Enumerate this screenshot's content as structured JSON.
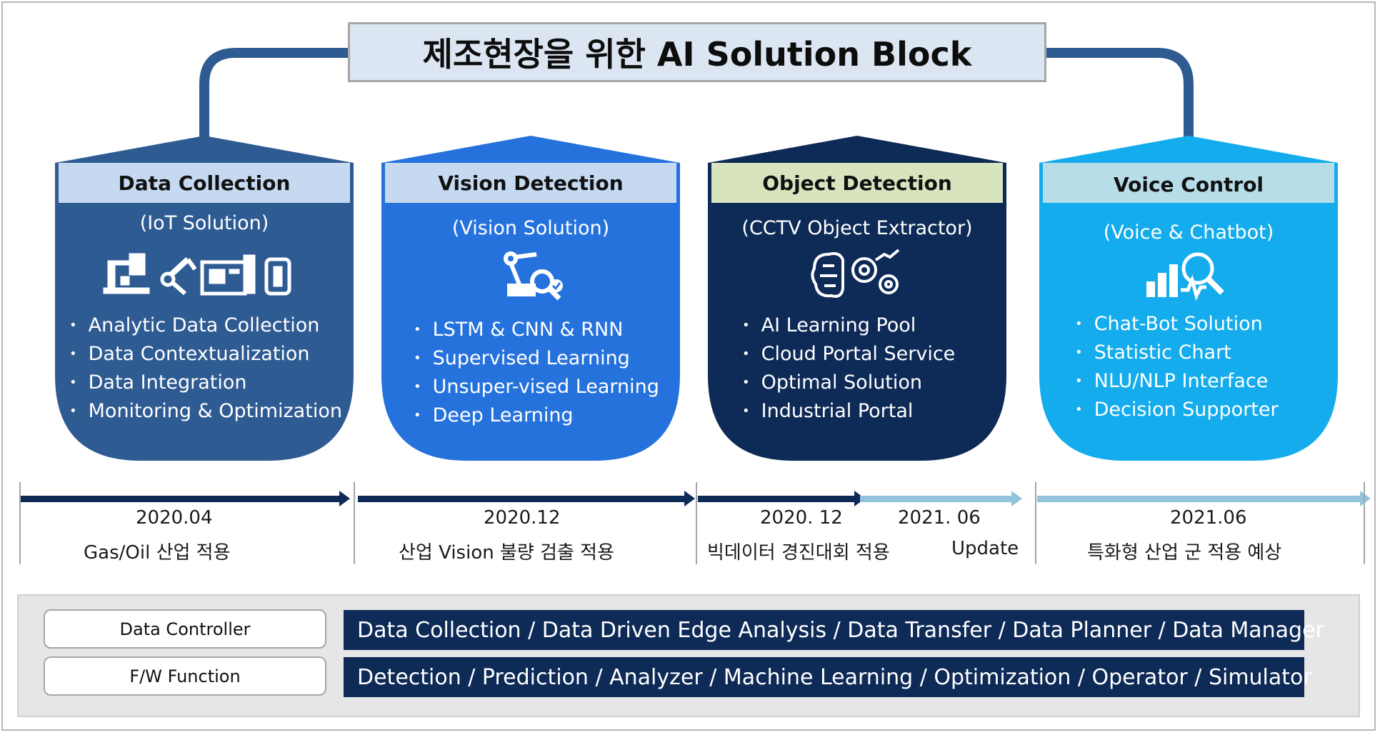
{
  "title": "제조현장을 위한 AI Solution Block",
  "colors": {
    "card1": "#2f5b93",
    "card2": "#2672dd",
    "card3": "#0e2a57",
    "card4": "#14acec",
    "timeline_dark": "#0e2a57",
    "timeline_light": "#91c4dc",
    "bottom_bar": "#0e2a57"
  },
  "cards": [
    {
      "title": "Data Collection",
      "subtitle": "(IoT Solution)",
      "icon": "iot-machines-icon",
      "items": [
        "Analytic Data Collection",
        "Data Contextualization",
        "Data Integration",
        "Monitoring & Optimization"
      ]
    },
    {
      "title": "Vision Detection",
      "subtitle": "(Vision Solution)",
      "icon": "robot-arm-inspection-icon",
      "items": [
        "LSTM & CNN & RNN",
        "Supervised Learning",
        "Unsuper-vised Learning",
        "Deep Learning"
      ]
    },
    {
      "title": "Object Detection",
      "subtitle": "(CCTV Object Extractor)",
      "icon": "brain-gears-icon",
      "items": [
        "AI Learning Pool",
        "Cloud Portal Service",
        "Optimal Solution",
        "Industrial Portal"
      ]
    },
    {
      "title": "Voice Control",
      "subtitle": "(Voice & Chatbot)",
      "icon": "chart-magnifier-icon",
      "items": [
        "Chat-Bot Solution",
        "Statistic Chart",
        "NLU/NLP Interface",
        "Decision Supporter"
      ]
    }
  ],
  "timeline": [
    {
      "date": "2020.04",
      "desc": "Gas/Oil 산업 적용"
    },
    {
      "date": "2020.12",
      "desc": "산업 Vision 불량 검출 적용"
    },
    {
      "date": "2020. 12",
      "desc": "빅데이터 경진대회 적용",
      "date2": "2021. 06",
      "desc2": "Update"
    },
    {
      "date": "2021.06",
      "desc": "특화형 산업 군 적용 예상"
    }
  ],
  "bottom_rows": [
    {
      "label": "Data Controller",
      "content": "Data Collection / Data Driven Edge Analysis / Data Transfer / Data Planner / Data Manager"
    },
    {
      "label": "F/W Function",
      "content": "Detection / Prediction / Analyzer / Machine Learning / Optimization / Operator / Simulator"
    }
  ]
}
